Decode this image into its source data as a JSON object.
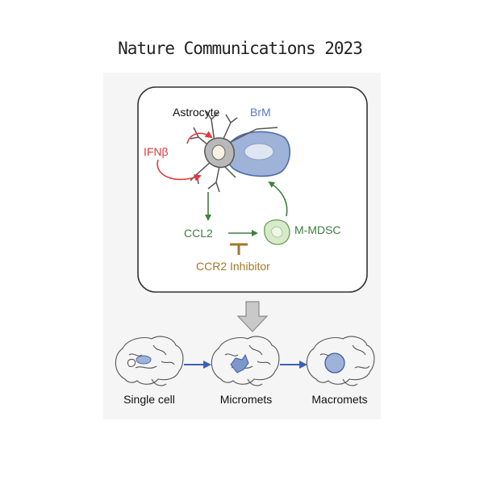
{
  "title": "Nature Communications 2023",
  "labels": {
    "astrocyte": "Astrocyte",
    "brm": "BrM",
    "ifnb": "IFNβ",
    "ccl2": "CCL2",
    "mmdsc": "M-MDSC",
    "ccr2_inhibitor": "CCR2 Inhibitor"
  },
  "stages": [
    {
      "label": "Single cell"
    },
    {
      "label": "Micromets"
    },
    {
      "label": "Macromets"
    }
  ],
  "colors": {
    "astrocyte_label": "#111111",
    "brm": "#5a78c0",
    "ifnb": "#e0393e",
    "ccl2": "#3f7f3f",
    "mmdsc": "#3f7f3f",
    "ccr2_inhibitor": "#a0782a",
    "tumor_fill": "#9fb2d8"
  }
}
